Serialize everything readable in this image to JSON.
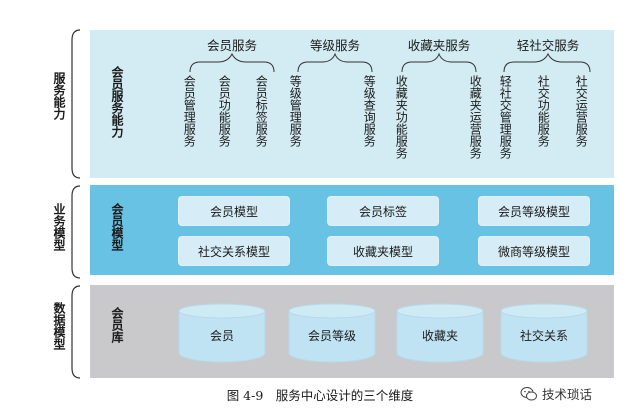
{
  "side_labels": {
    "service": "服务能力",
    "model": "业务模型",
    "data": "数据模型"
  },
  "service_panel": {
    "inner_label": "会员服务能力",
    "groups": [
      {
        "title": "会员服务",
        "items": [
          "会员管理服务",
          "会员功能服务",
          "会员标签服务"
        ]
      },
      {
        "title": "等级服务",
        "items": [
          "等级管理服务",
          "等级查询服务"
        ]
      },
      {
        "title": "收藏夹服务",
        "items": [
          "收藏夹功能服务",
          "收藏夹运营服务"
        ]
      },
      {
        "title": "轻社交服务",
        "items": [
          "轻社交管理服务",
          "社交功能服务",
          "社交运营服务"
        ]
      }
    ]
  },
  "model_panel": {
    "inner_label": "会员模型",
    "boxes": [
      "会员模型",
      "会员标签",
      "会员等级模型",
      "社交关系模型",
      "收藏夹模型",
      "微商等级模型"
    ]
  },
  "data_panel": {
    "inner_label": "会员库",
    "databases": [
      "会员",
      "会员等级",
      "收藏夹",
      "社交关系"
    ]
  },
  "caption": "图 4-9　服务中心设计的三个维度",
  "watermark": "技术琐话",
  "colors": {
    "service_bg": "#d3ecf3",
    "model_bg": "#67c2e3",
    "model_box": "#d6ecf6",
    "db_bg": "#c9c9cb",
    "cylinder": "#bfe3f2"
  }
}
